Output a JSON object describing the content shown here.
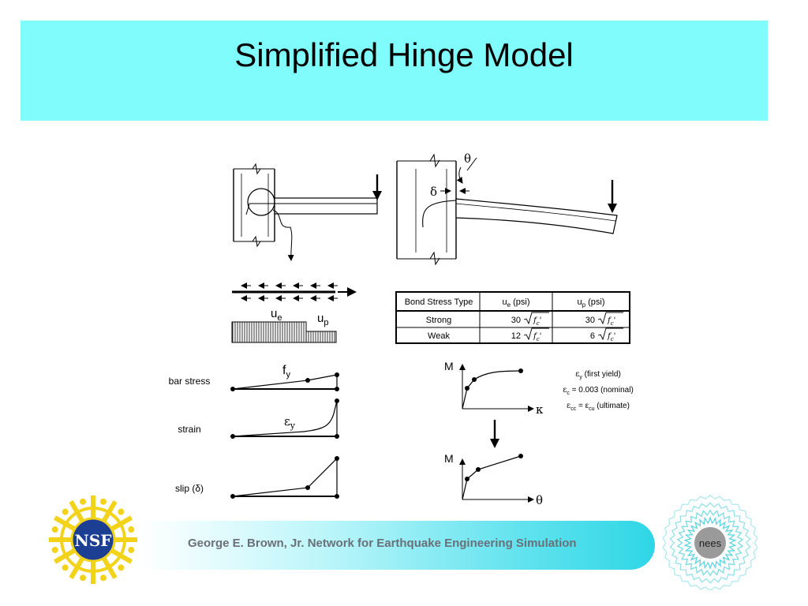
{
  "slide": {
    "title": "Simplified Hinge Model"
  },
  "anchorage": {
    "theta": "θ",
    "delta": "δ"
  },
  "bond_block": {
    "ue": {
      "base": "u",
      "sub": "e"
    },
    "up": {
      "base": "u",
      "sub": "p"
    }
  },
  "bond_table": {
    "headers": [
      {
        "base": "Bond Stress Type",
        "sub": ""
      },
      {
        "base": "u",
        "sub": "e",
        "tail": " (psi)"
      },
      {
        "base": "u",
        "sub": "p",
        "tail": " (psi)"
      }
    ],
    "rows": [
      {
        "type": "Strong",
        "ue_coef": "30",
        "up_coef": "30"
      },
      {
        "type": "Weak",
        "ue_coef": "12",
        "up_coef": "6"
      }
    ],
    "radicand": "f",
    "radicand_sub": "c",
    "radicand_prime": "'"
  },
  "distributions": [
    {
      "label": "bar stress",
      "marker": {
        "base": "f",
        "sub": "y"
      }
    },
    {
      "label": "strain",
      "marker": {
        "base": "ε",
        "sub": "y"
      }
    },
    {
      "label": "slip (δ)",
      "marker": null
    }
  ],
  "moment_curvature": {
    "y_label": "M",
    "x_label": "κ",
    "notes": [
      {
        "sym": "ε",
        "sub": "y",
        "text": " (first yield)"
      },
      {
        "sym": "ε",
        "sub": "c",
        "text": " = 0.003 (nominal)"
      },
      {
        "sym": "ε",
        "sub": "cc",
        "text": " = ε",
        "sub2": "cu",
        "text2": " (ultimate)"
      }
    ]
  },
  "moment_rotation": {
    "y_label": "M",
    "x_label": "θ"
  },
  "footer": {
    "text": "George E. Brown, Jr. Network for Earthquake Engineering Simulation",
    "nsf_logo_text": "NSF",
    "nees_logo_text": "nees"
  },
  "colors": {
    "title_band": "#80fcfd",
    "footer_text": "#6a6f78",
    "nsf_blue": "#1c3f94",
    "nsf_gold": "#f3d21a",
    "nees_cyan": "#4fd0dc",
    "nees_gray": "#9a9a9a"
  }
}
